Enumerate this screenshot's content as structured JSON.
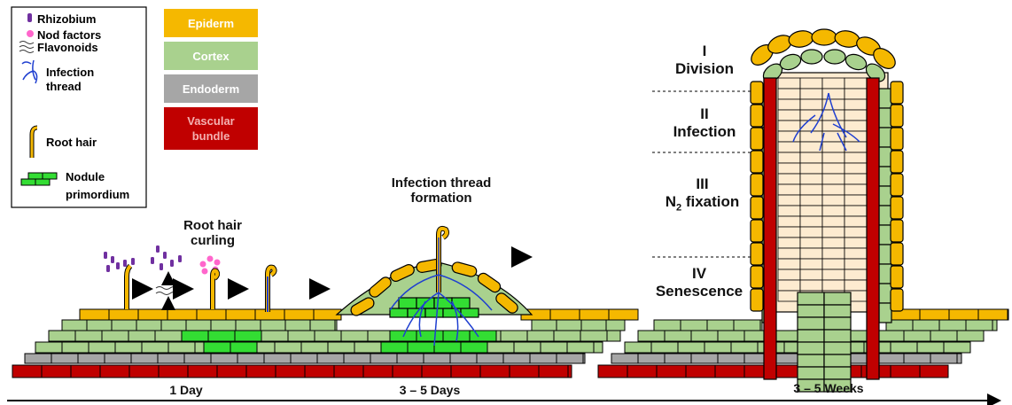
{
  "legend": {
    "rhizobium": "Rhizobium",
    "nod_factors": "Nod factors",
    "flavonoids": "Flavonoids",
    "infection_thread_1": "Infection",
    "infection_thread_2": "thread",
    "root_hair": "Root hair",
    "nodule_primordium_1": "Nodule",
    "nodule_primordium_2": "primordium"
  },
  "tissue_legend": {
    "epiderm": "Epiderm",
    "cortex": "Cortex",
    "endoderm": "Endoderm",
    "vascular_1": "Vascular",
    "vascular_2": "bundle"
  },
  "stages": {
    "curling_1": "Root hair",
    "curling_2": "curling",
    "itf_1": "Infection thread",
    "itf_2": "formation"
  },
  "zones": {
    "z1_num": "I",
    "z1_name": "Division",
    "z2_num": "II",
    "z2_name": "Infection",
    "z3_num": "III",
    "z3_name_pre": "N",
    "z3_sub": "2",
    "z3_name_post": " fixation",
    "z4_num": "IV",
    "z4_name": "Senescence"
  },
  "timeline": {
    "t1": "1 Day",
    "t2": "3 – 5 Days",
    "t3": "3 – 5 Weeks"
  },
  "colors": {
    "epiderm": "#f5b800",
    "cortex": "#a9d18e",
    "endoderm": "#a6a6a6",
    "vascular": "#c00000",
    "primordium": "#33dd33",
    "rhizobium": "#7030a0",
    "nod_factor": "#ff66cc",
    "thread": "#1f3fd0",
    "nodule_core": "#fdebd0"
  }
}
